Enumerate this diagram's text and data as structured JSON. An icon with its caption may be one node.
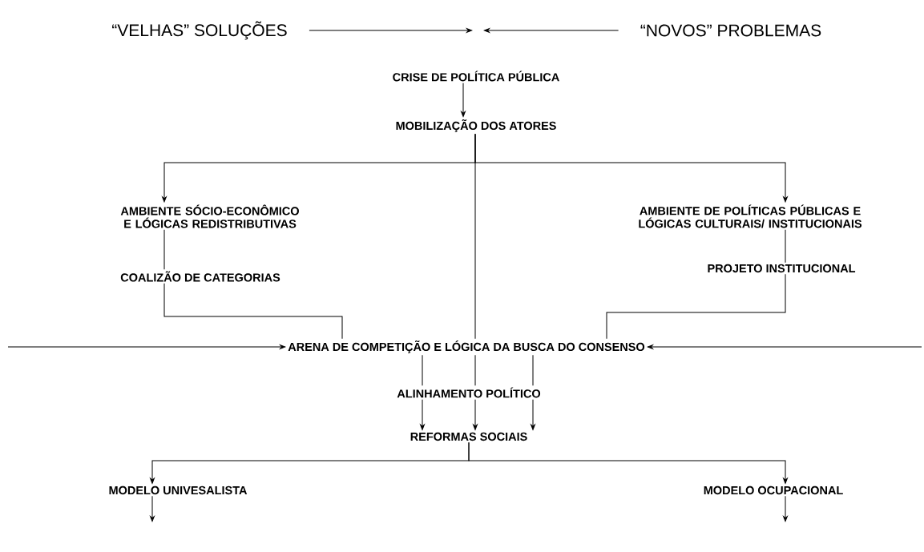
{
  "diagram": {
    "nodes": [
      {
        "text": [
          "“VELHAS” SOLUÇÕES"
        ]
      },
      {
        "text": [
          "“NOVOS” PROBLEMAS"
        ]
      },
      {
        "text": [
          "CRISE DE POLÍTICA PÚBLICA"
        ]
      },
      {
        "text": [
          "MOBILIZAÇÃO DOS ATORES"
        ]
      },
      {
        "text": [
          "AMBIENTE SÓCIO-ECONÔMICO E LÓGICAS REDISTRIBUTIVAS"
        ]
      },
      {
        "text": [
          "AMBIENTE DE POLÍTICAS PÚBLICAS E LÓGICAS CULTURAIS/ INSTITUCIONAIS"
        ]
      },
      {
        "text": [
          "COALIZÃO DE CATEGORIAS"
        ]
      },
      {
        "text": [
          "PROJETO INSTITUCIONAL"
        ]
      },
      {
        "text": [
          "ARENA DE COMPETIÇÃO E LÓGICA DA BUSCA DO CONSENSO"
        ]
      },
      {
        "text": [
          "ALINHAMENTO POLÍTICO"
        ]
      },
      {
        "text": [
          "REFORMAS SOCIAIS"
        ]
      },
      {
        "text": [
          "MODELO UNIVESALISTA"
        ]
      },
      {
        "text": [
          "MODELO OCUPACIONAL"
        ]
      }
    ],
    "edges": [
      {
        "from": 0,
        "to": null,
        "arrow": "to"
      },
      {
        "from": 1,
        "to": null,
        "arrow": "to"
      },
      {
        "from": 2,
        "to": 3,
        "arrow": "to"
      },
      {
        "from": 3,
        "to": 4,
        "arrow": "to"
      },
      {
        "from": 3,
        "to": 5,
        "arrow": "to"
      },
      {
        "from": 3,
        "to": 8,
        "arrow": "none"
      },
      {
        "from": 4,
        "to": 6,
        "arrow": "none"
      },
      {
        "from": 6,
        "to": 8,
        "arrow": "none"
      },
      {
        "from": 5,
        "to": 7,
        "arrow": "none"
      },
      {
        "from": 7,
        "to": 8,
        "arrow": "none"
      },
      {
        "from": null,
        "to": 8,
        "arrow": "to"
      },
      {
        "from": null,
        "to": 8,
        "arrow": "to"
      },
      {
        "from": 8,
        "to": 9,
        "arrow": "none"
      },
      {
        "from": 8,
        "to": 9,
        "arrow": "none"
      },
      {
        "from": 8,
        "to": 9,
        "arrow": "none"
      },
      {
        "from": 9,
        "to": 10,
        "arrow": "to"
      },
      {
        "from": 9,
        "to": 10,
        "arrow": "to"
      },
      {
        "from": 9,
        "to": 10,
        "arrow": "to"
      },
      {
        "from": 10,
        "to": 11,
        "arrow": "to"
      },
      {
        "from": 10,
        "to": 12,
        "arrow": "to"
      },
      {
        "from": 11,
        "to": null,
        "arrow": "to"
      },
      {
        "from": 12,
        "to": null,
        "arrow": "to"
      }
    ]
  }
}
